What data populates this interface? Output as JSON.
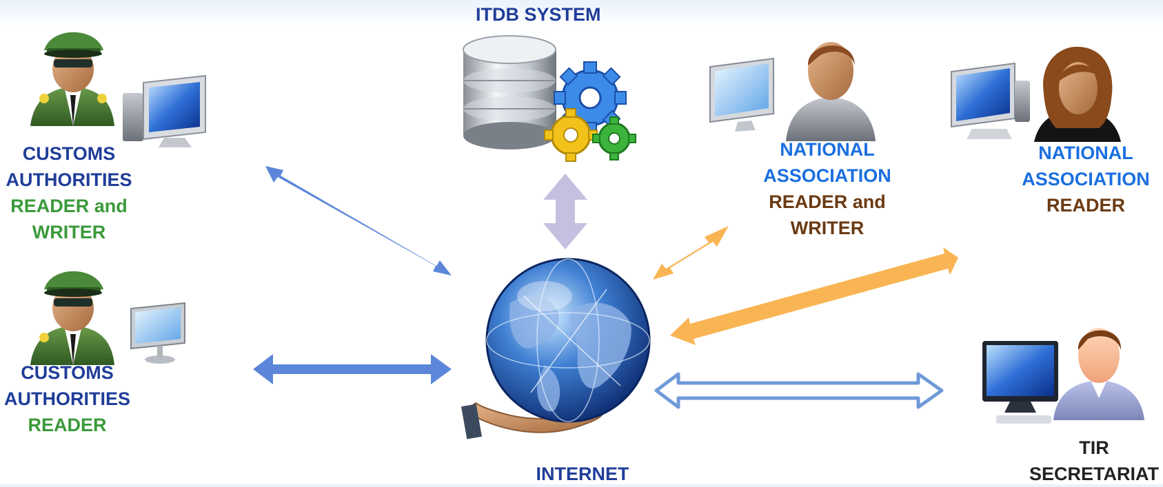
{
  "title": "ITDB SYSTEM",
  "internet_label": "INTERNET",
  "nodes": {
    "customs_rw": {
      "line1": "CUSTOMS",
      "line2": "AUTHORITIES",
      "role1": "READER and",
      "role2": "WRITER"
    },
    "customs_r": {
      "line1": "CUSTOMS",
      "line2": "AUTHORITIES",
      "role1": "READER"
    },
    "national_rw": {
      "line1": "NATIONAL",
      "line2": "ASSOCIATION",
      "role1": "READER and",
      "role2": "WRITER"
    },
    "national_r": {
      "line1": "NATIONAL",
      "line2": "ASSOCIATION",
      "role1": "READER"
    },
    "tir": {
      "line1": "TIR",
      "line2": "SECRETARIAT"
    }
  },
  "colors": {
    "customs_arrow": "#5b86d9",
    "itdb_arrow": "#c7bfe0",
    "national_arrow": "#f9b554",
    "tir_arrow": "#6f9ad8"
  },
  "icons": [
    "database-icon",
    "gears-icon",
    "globe-icon",
    "hand-icon",
    "customs-officer-icon",
    "computer-monitor-icon",
    "user-male-icon",
    "user-female-icon"
  ]
}
